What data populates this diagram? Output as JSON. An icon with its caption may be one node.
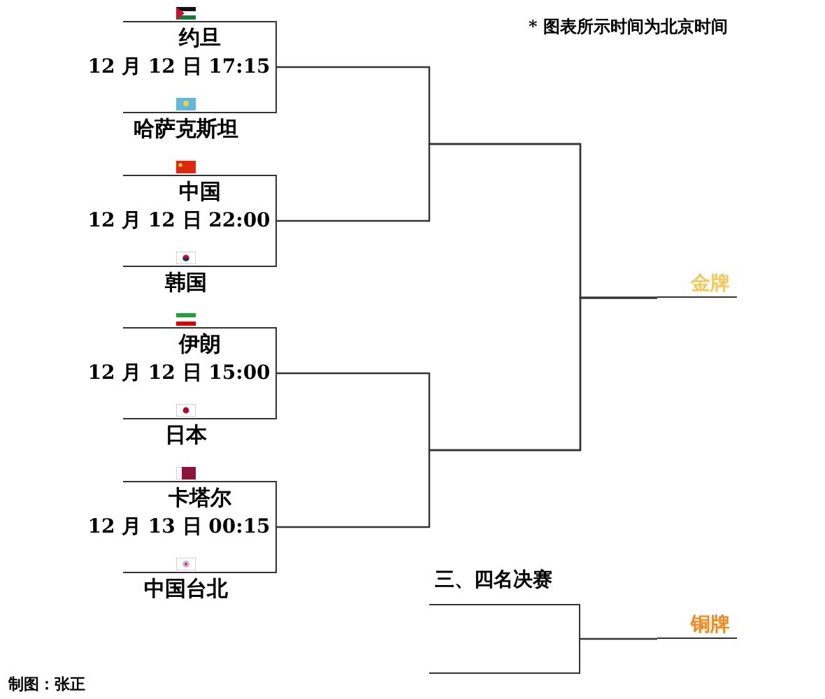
{
  "diagram": {
    "nodes": [
      {
        "text": [
          "约旦",
          "12 月 12 日 17:15",
          "哈萨克斯坦"
        ]
      },
      {
        "text": [
          "中国",
          "12 月 12 日 22:00",
          "韩国"
        ]
      },
      {
        "text": [
          "伊朗",
          "12 月 12 日 15:00",
          "日本"
        ]
      },
      {
        "text": [
          "卡塔尔",
          "12 月 13 日 00:15",
          "中国台北"
        ]
      },
      {
        "text": [
          "金牌"
        ]
      },
      {
        "text": [
          "三、四名决赛"
        ]
      },
      {
        "text": [
          "铜牌"
        ]
      }
    ],
    "edges": [
      {
        "from": 0,
        "to": 4,
        "arrow": "none"
      },
      {
        "from": 1,
        "to": 4,
        "arrow": "none"
      },
      {
        "from": 2,
        "to": 4,
        "arrow": "none"
      },
      {
        "from": 3,
        "to": 4,
        "arrow": "none"
      },
      {
        "from": 5,
        "to": 6,
        "arrow": "none"
      }
    ],
    "labels": [
      "* 图表所示时间为北京时间",
      "制图：张正"
    ]
  }
}
